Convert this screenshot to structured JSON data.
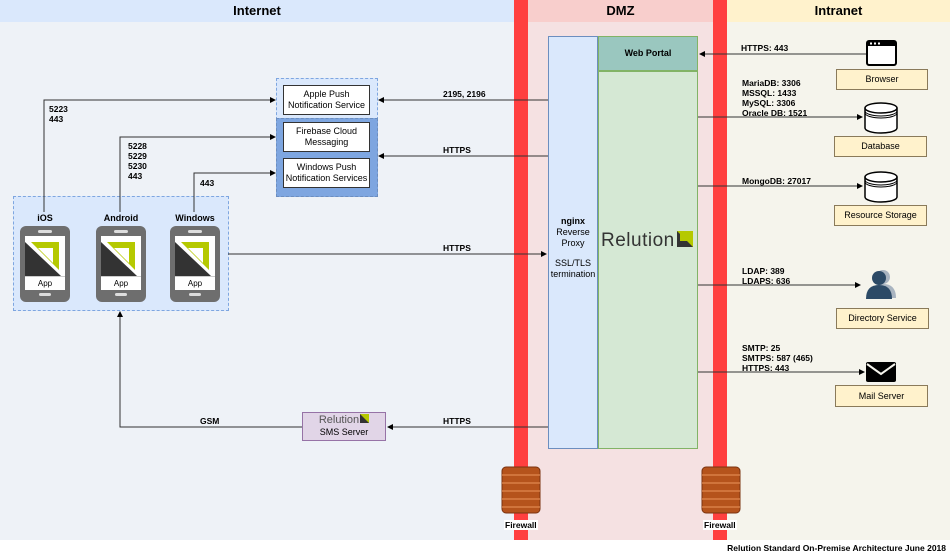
{
  "zones": {
    "internet": "Internet",
    "dmz": "DMZ",
    "intranet": "Intranet"
  },
  "colors": {
    "internet_bg": "#eef2f7",
    "internet_header": "#dae8fc",
    "dmz_bg": "#f5e1e2",
    "dmz_header": "#f8cecc",
    "intranet_bg": "#f5f4ec",
    "intranet_header": "#fff2cc",
    "firewall_bar": "#ff3f3f",
    "relution_green": "#b5c900",
    "web_portal": "#9ac7bf",
    "relution_panel": "#d5e8d4",
    "nginx_panel": "#dae8fc",
    "sms_server": "#e1d5e7",
    "push_group": "#7ea6e0"
  },
  "push_services": [
    {
      "label": "Apple Push\nNotification Service"
    },
    {
      "label": "Firebase Cloud\nMessaging"
    },
    {
      "label": "Windows Push\nNotification Services"
    }
  ],
  "devices": [
    {
      "platform": "iOS",
      "app_label": "App",
      "ports": "5223\n443"
    },
    {
      "platform": "Android",
      "app_label": "App",
      "ports": "5228\n5229\n5230\n443"
    },
    {
      "platform": "Windows",
      "app_label": "App",
      "ports": "443"
    }
  ],
  "connections": {
    "apns": "2195, 2196",
    "fcm_wns": "HTTPS",
    "devices": "HTTPS",
    "sms": "HTTPS",
    "gsm": "GSM"
  },
  "dmz": {
    "nginx_title": "nginx",
    "nginx_sub1": "Reverse\nProxy",
    "nginx_sub2": "SSL/TLS\ntermination",
    "web_portal": "Web Portal",
    "relution_logo": "Relution",
    "sms_logo": "Relution",
    "sms_label": "SMS Server"
  },
  "intranet": [
    {
      "name": "Browser",
      "icon": "browser-window-icon",
      "ports": "HTTPS: 443"
    },
    {
      "name": "Database",
      "icon": "database-icon",
      "ports": "MariaDB: 3306\nMSSQL: 1433\nMySQL: 3306\nOracle DB: 1521"
    },
    {
      "name": "Resource Storage",
      "icon": "database-icon",
      "ports": "MongoDB: 27017"
    },
    {
      "name": "Directory Service",
      "icon": "users-icon",
      "ports": "LDAP: 389\nLDAPS: 636"
    },
    {
      "name": "Mail Server",
      "icon": "envelope-icon",
      "ports": "SMTP: 25\nSMTPS: 587 (465)\nHTTPS: 443"
    }
  ],
  "firewalls": [
    {
      "label": "Firewall"
    },
    {
      "label": "Firewall"
    }
  ],
  "footer": "Relution Standard On-Premise Architecture June 2018"
}
